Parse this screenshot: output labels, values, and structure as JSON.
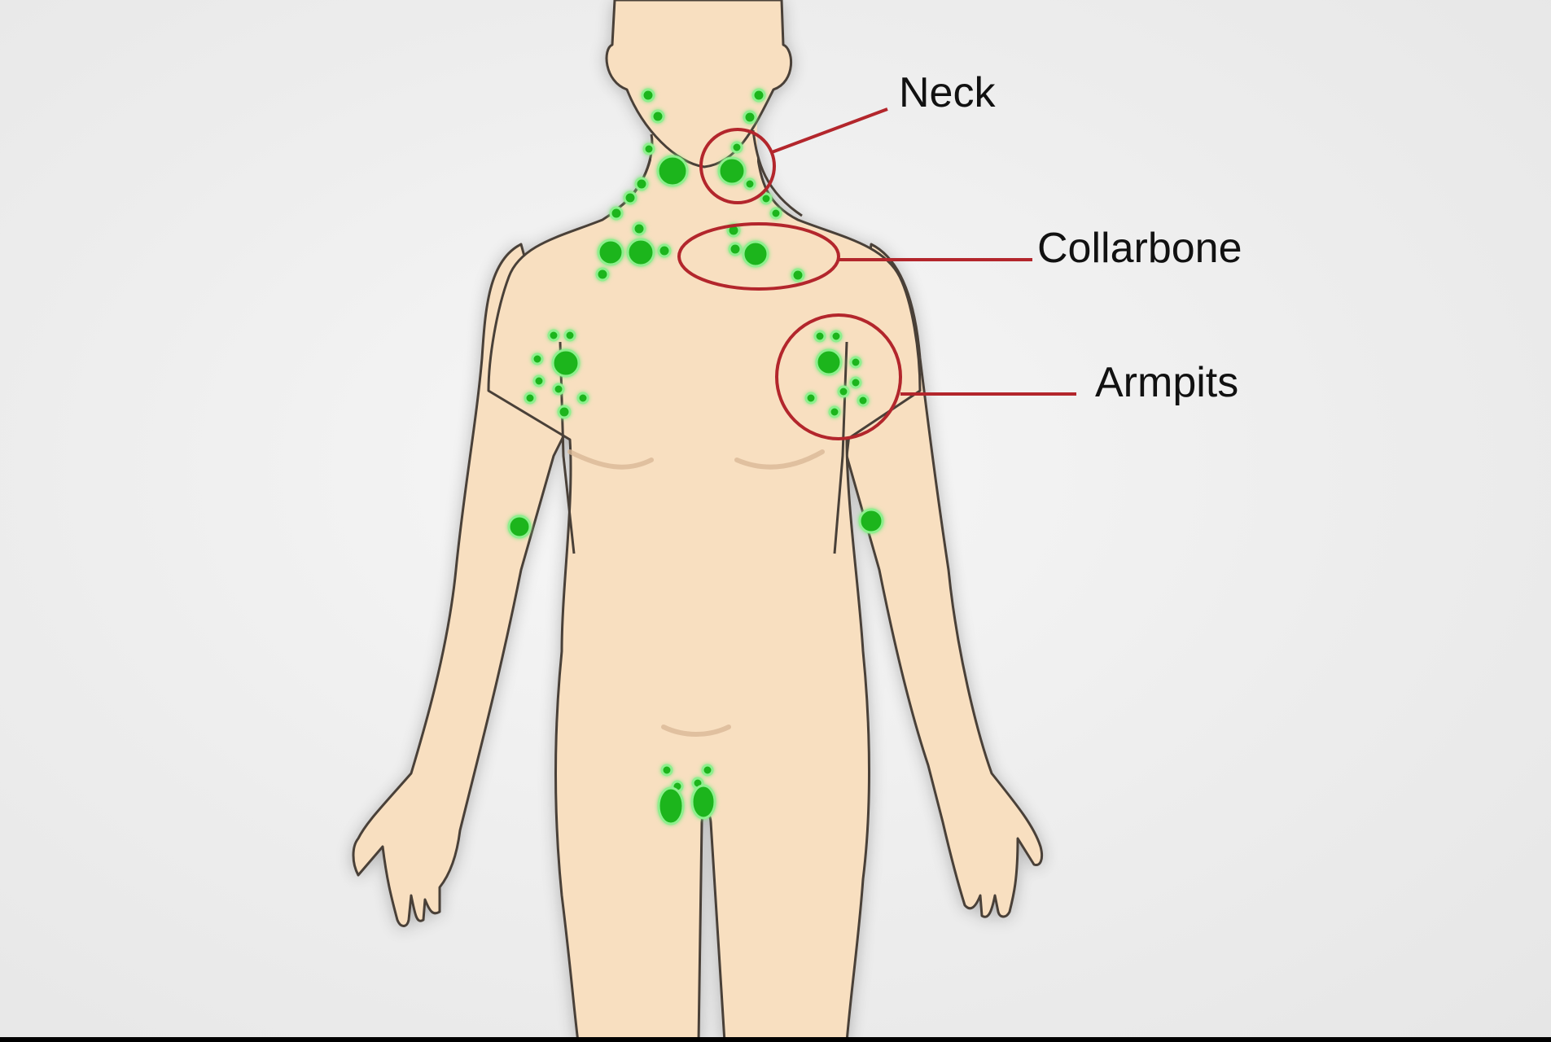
{
  "diagram": {
    "subject": "Lymph node locations on the human body",
    "colors": {
      "background": "#ececec",
      "skin": "#f8dfc0",
      "outline": "#4a4038",
      "lymph_node": "#1fb51f",
      "node_glow": "#8ef08e",
      "callout": "#b3262c",
      "label_text": "#111111"
    },
    "labels": [
      {
        "id": "neck",
        "text": "Neck"
      },
      {
        "id": "collarbone",
        "text": "Collarbone"
      },
      {
        "id": "armpits",
        "text": "Armpits"
      }
    ]
  }
}
